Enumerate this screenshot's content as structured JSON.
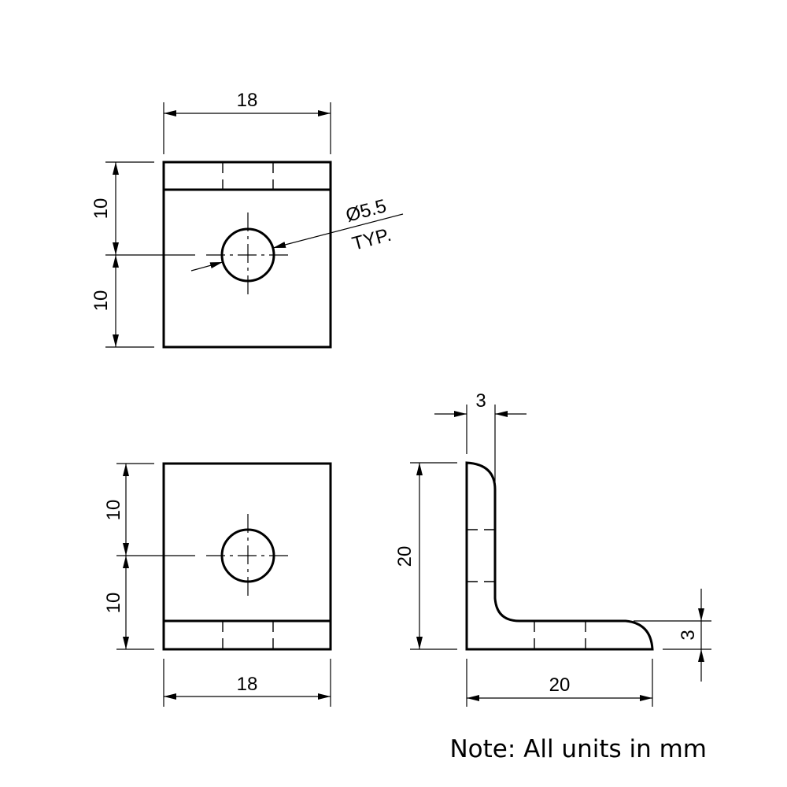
{
  "drawing": {
    "top_view": {
      "width_dim": "18",
      "height_dim_upper": "10",
      "height_dim_lower": "10",
      "hole_dim": "Ø5.5",
      "hole_note": "TYP."
    },
    "front_view": {
      "width_dim": "18",
      "height_dim_upper": "10",
      "height_dim_lower": "10"
    },
    "side_view": {
      "thickness_top": "3",
      "height_dim": "20",
      "width_dim": "20",
      "thickness_right": "3"
    },
    "note": "Note: All units in mm"
  }
}
